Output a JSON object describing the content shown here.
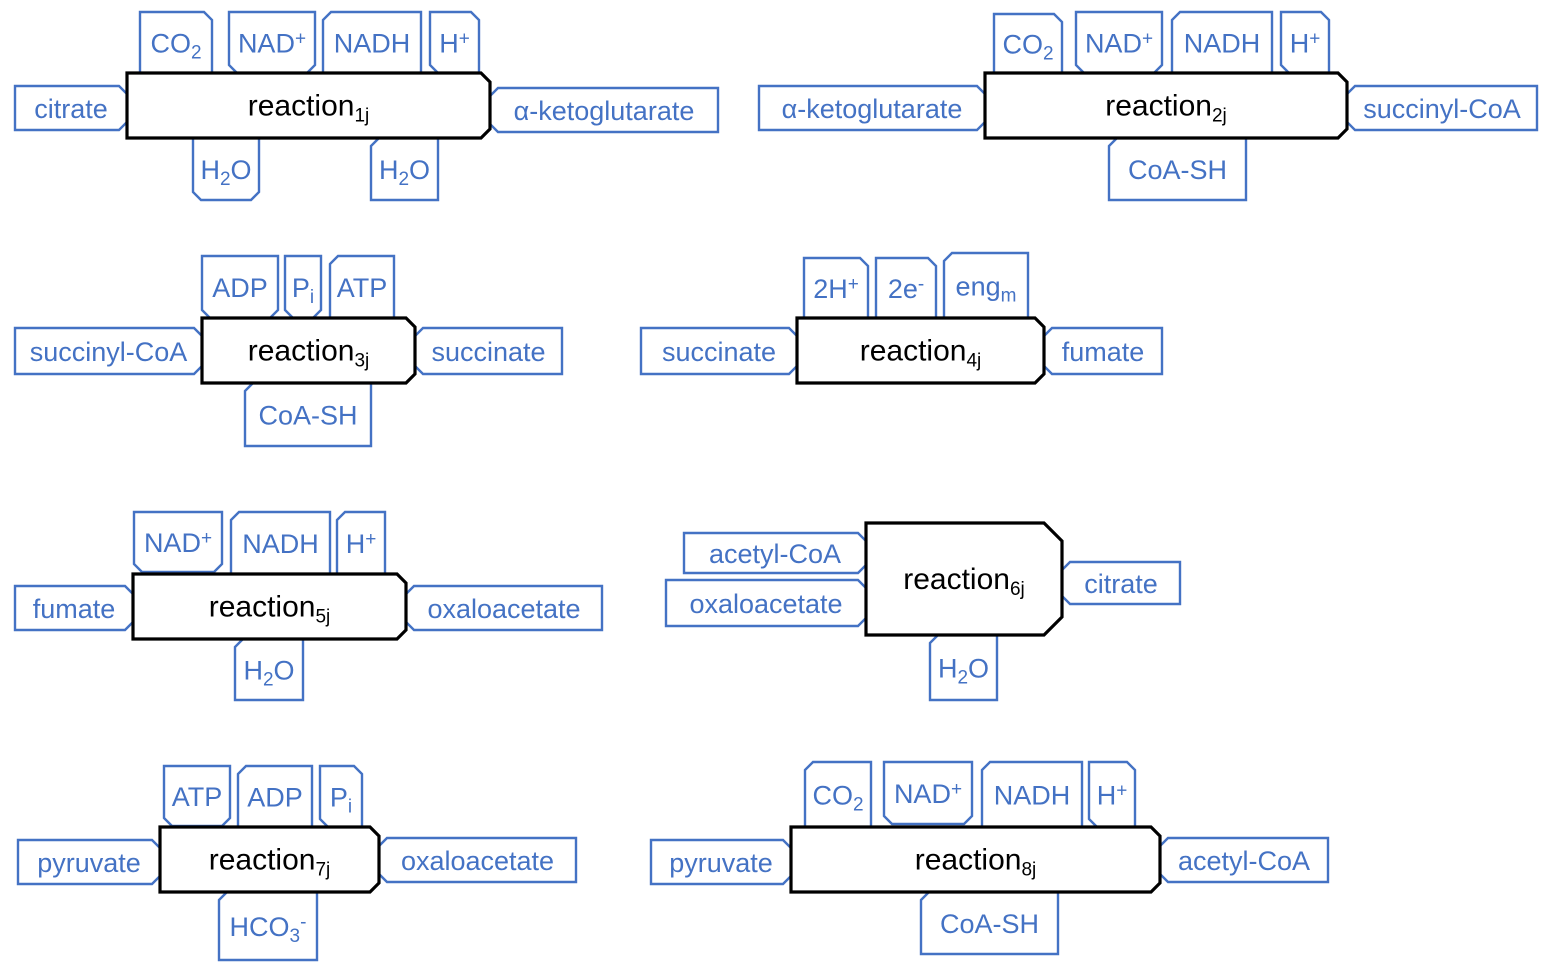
{
  "reactions": [
    {
      "label": "reaction",
      "sub": "1j",
      "inputs": [
        {
          "parts": [
            [
              "citrate",
              ""
            ]
          ]
        }
      ],
      "outputs": [
        {
          "parts": [
            [
              "α-ketoglutarate",
              ""
            ]
          ]
        }
      ],
      "top": [
        {
          "parts": [
            [
              "CO",
              ""
            ],
            [
              "2",
              "sub"
            ]
          ]
        },
        {
          "parts": [
            [
              "NAD",
              ""
            ],
            [
              "+",
              "sup"
            ]
          ]
        },
        {
          "parts": [
            [
              "NADH",
              ""
            ]
          ]
        },
        {
          "parts": [
            [
              "H",
              ""
            ],
            [
              "+",
              "sup"
            ]
          ]
        }
      ],
      "bottom": [
        {
          "parts": [
            [
              "H",
              ""
            ],
            [
              "2",
              "sub"
            ],
            [
              "O",
              ""
            ]
          ]
        },
        {
          "parts": [
            [
              "H",
              ""
            ],
            [
              "2",
              "sub"
            ],
            [
              "O",
              ""
            ]
          ]
        }
      ]
    },
    {
      "label": "reaction",
      "sub": "2j",
      "inputs": [
        {
          "parts": [
            [
              "α-ketoglutarate",
              ""
            ]
          ]
        }
      ],
      "outputs": [
        {
          "parts": [
            [
              "succinyl-CoA",
              ""
            ]
          ]
        }
      ],
      "top": [
        {
          "parts": [
            [
              "CO",
              ""
            ],
            [
              "2",
              "sub"
            ]
          ]
        },
        {
          "parts": [
            [
              "NAD",
              ""
            ],
            [
              "+",
              "sup"
            ]
          ]
        },
        {
          "parts": [
            [
              "NADH",
              ""
            ]
          ]
        },
        {
          "parts": [
            [
              "H",
              ""
            ],
            [
              "+",
              "sup"
            ]
          ]
        }
      ],
      "bottom": [
        {
          "parts": [
            [
              "CoA-SH",
              ""
            ]
          ]
        }
      ]
    },
    {
      "label": "reaction",
      "sub": "3j",
      "inputs": [
        {
          "parts": [
            [
              "succinyl-CoA",
              ""
            ]
          ]
        }
      ],
      "outputs": [
        {
          "parts": [
            [
              "succinate",
              ""
            ]
          ]
        }
      ],
      "top": [
        {
          "parts": [
            [
              "ADP",
              ""
            ]
          ]
        },
        {
          "parts": [
            [
              "P",
              ""
            ],
            [
              "i",
              "sub"
            ]
          ]
        },
        {
          "parts": [
            [
              "ATP",
              ""
            ]
          ]
        }
      ],
      "bottom": [
        {
          "parts": [
            [
              "CoA-SH",
              ""
            ]
          ]
        }
      ]
    },
    {
      "label": "reaction",
      "sub": "4j",
      "inputs": [
        {
          "parts": [
            [
              "succinate",
              ""
            ]
          ]
        }
      ],
      "outputs": [
        {
          "parts": [
            [
              "fumate",
              ""
            ]
          ]
        }
      ],
      "top": [
        {
          "parts": [
            [
              "2H",
              ""
            ],
            [
              "+",
              "sup"
            ]
          ]
        },
        {
          "parts": [
            [
              "2e",
              ""
            ],
            [
              "-",
              "sup"
            ]
          ]
        },
        {
          "parts": [
            [
              "eng",
              ""
            ],
            [
              "m",
              "sub"
            ]
          ]
        }
      ],
      "bottom": []
    },
    {
      "label": "reaction",
      "sub": "5j",
      "inputs": [
        {
          "parts": [
            [
              "fumate",
              ""
            ]
          ]
        }
      ],
      "outputs": [
        {
          "parts": [
            [
              "oxaloacetate",
              ""
            ]
          ]
        }
      ],
      "top": [
        {
          "parts": [
            [
              "NAD",
              ""
            ],
            [
              "+",
              "sup"
            ]
          ]
        },
        {
          "parts": [
            [
              "NADH",
              ""
            ]
          ]
        },
        {
          "parts": [
            [
              "H",
              ""
            ],
            [
              "+",
              "sup"
            ]
          ]
        }
      ],
      "bottom": [
        {
          "parts": [
            [
              "H",
              ""
            ],
            [
              "2",
              "sub"
            ],
            [
              "O",
              ""
            ]
          ]
        }
      ]
    },
    {
      "label": "reaction",
      "sub": "6j",
      "inputs": [
        {
          "parts": [
            [
              "acetyl-CoA",
              ""
            ]
          ]
        },
        {
          "parts": [
            [
              "oxaloacetate",
              ""
            ]
          ]
        }
      ],
      "outputs": [
        {
          "parts": [
            [
              "citrate",
              ""
            ]
          ]
        }
      ],
      "top": [],
      "bottom": [
        {
          "parts": [
            [
              "H",
              ""
            ],
            [
              "2",
              "sub"
            ],
            [
              "O",
              ""
            ]
          ]
        }
      ]
    },
    {
      "label": "reaction",
      "sub": "7j",
      "inputs": [
        {
          "parts": [
            [
              "pyruvate",
              ""
            ]
          ]
        }
      ],
      "outputs": [
        {
          "parts": [
            [
              "oxaloacetate",
              ""
            ]
          ]
        }
      ],
      "top": [
        {
          "parts": [
            [
              "ATP",
              ""
            ]
          ]
        },
        {
          "parts": [
            [
              "ADP",
              ""
            ]
          ]
        },
        {
          "parts": [
            [
              "P",
              ""
            ],
            [
              "i",
              "sub"
            ]
          ]
        }
      ],
      "bottom": [
        {
          "parts": [
            [
              "HCO",
              ""
            ],
            [
              "3",
              "sub"
            ],
            [
              "-",
              "sup"
            ]
          ]
        }
      ]
    },
    {
      "label": "reaction",
      "sub": "8j",
      "inputs": [
        {
          "parts": [
            [
              "pyruvate",
              ""
            ]
          ]
        }
      ],
      "outputs": [
        {
          "parts": [
            [
              "acetyl-CoA",
              ""
            ]
          ]
        }
      ],
      "top": [
        {
          "parts": [
            [
              "CO",
              ""
            ],
            [
              "2",
              "sub"
            ]
          ]
        },
        {
          "parts": [
            [
              "NAD",
              ""
            ],
            [
              "+",
              "sup"
            ]
          ]
        },
        {
          "parts": [
            [
              "NADH",
              ""
            ]
          ]
        },
        {
          "parts": [
            [
              "H",
              ""
            ],
            [
              "+",
              "sup"
            ]
          ]
        }
      ],
      "bottom": [
        {
          "parts": [
            [
              "CoA-SH",
              ""
            ]
          ]
        }
      ]
    }
  ]
}
